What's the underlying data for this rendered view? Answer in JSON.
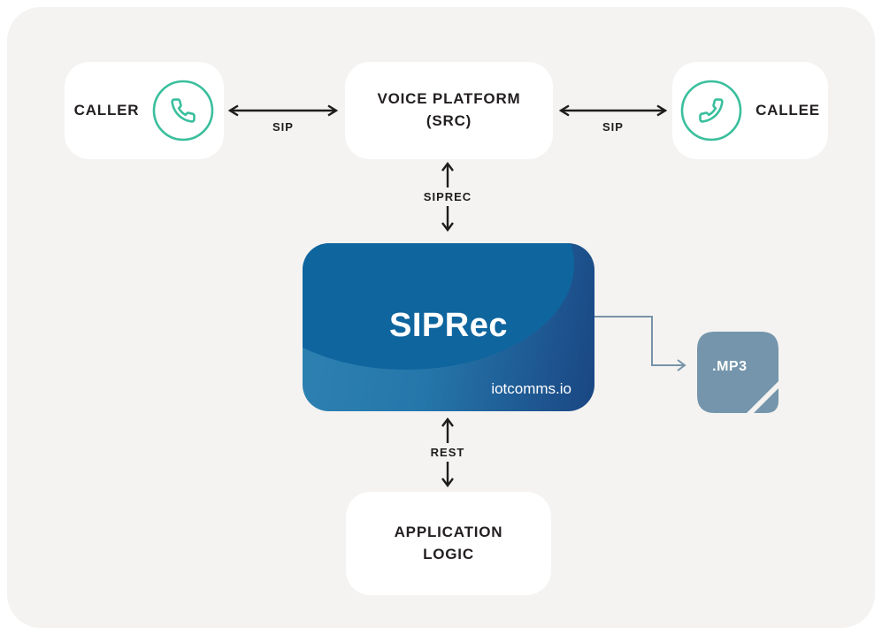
{
  "diagram": {
    "nodes": {
      "caller": {
        "label": "CALLER",
        "icon": "phone-icon"
      },
      "voice_platform": {
        "label_line1": "VOICE PLATFORM",
        "label_line2": "(SRC)"
      },
      "callee": {
        "label": "CALLEE",
        "icon": "phone-icon"
      },
      "siprec": {
        "title": "SIPRec",
        "brand": "iotcomms.io"
      },
      "application_logic": {
        "label_line1": "APPLICATION",
        "label_line2": "LOGIC"
      },
      "mp3_file": {
        "label": ".MP3",
        "icon": "file-folded-corner-icon"
      }
    },
    "connections": {
      "caller_to_voice": {
        "label": "SIP",
        "style": "double-arrow"
      },
      "voice_to_callee": {
        "label": "SIP",
        "style": "double-arrow"
      },
      "voice_to_siprec": {
        "label": "SIPREC",
        "style": "double-arrow"
      },
      "siprec_to_applogic": {
        "label": "REST",
        "style": "double-arrow"
      },
      "siprec_to_mp3": {
        "label": "",
        "style": "elbow-arrow"
      }
    },
    "colors": {
      "page_background": "#ffffff",
      "board_background": "#f4f3f1",
      "node_background": "#ffffff",
      "text": "#231f20",
      "arrow": "#1f1c1d",
      "teal_accent": "#3abf9d",
      "siprec_gradient_start": "#2e82b1",
      "siprec_gradient_end": "#1a4683",
      "siprec_swoosh": "#0f659e",
      "slate_file": "#7495ab",
      "slate_connector": "#7793a8"
    }
  }
}
